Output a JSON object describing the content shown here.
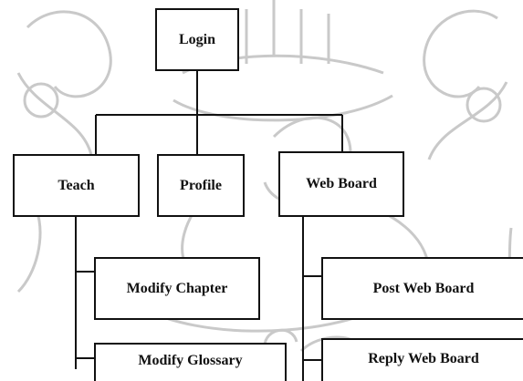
{
  "diagram": {
    "root": {
      "label": "Login"
    },
    "children": [
      {
        "label": "Teach",
        "children": [
          {
            "label": "Modify Chapter"
          },
          {
            "label": "Modify Glossary"
          }
        ]
      },
      {
        "label": "Profile"
      },
      {
        "label": "Web Board",
        "children": [
          {
            "label": "Post Web Board"
          },
          {
            "label": "Reply Web Board"
          }
        ]
      }
    ]
  },
  "colors": {
    "box_border": "#111111",
    "line": "#111111",
    "watermark": "#cccccc"
  }
}
